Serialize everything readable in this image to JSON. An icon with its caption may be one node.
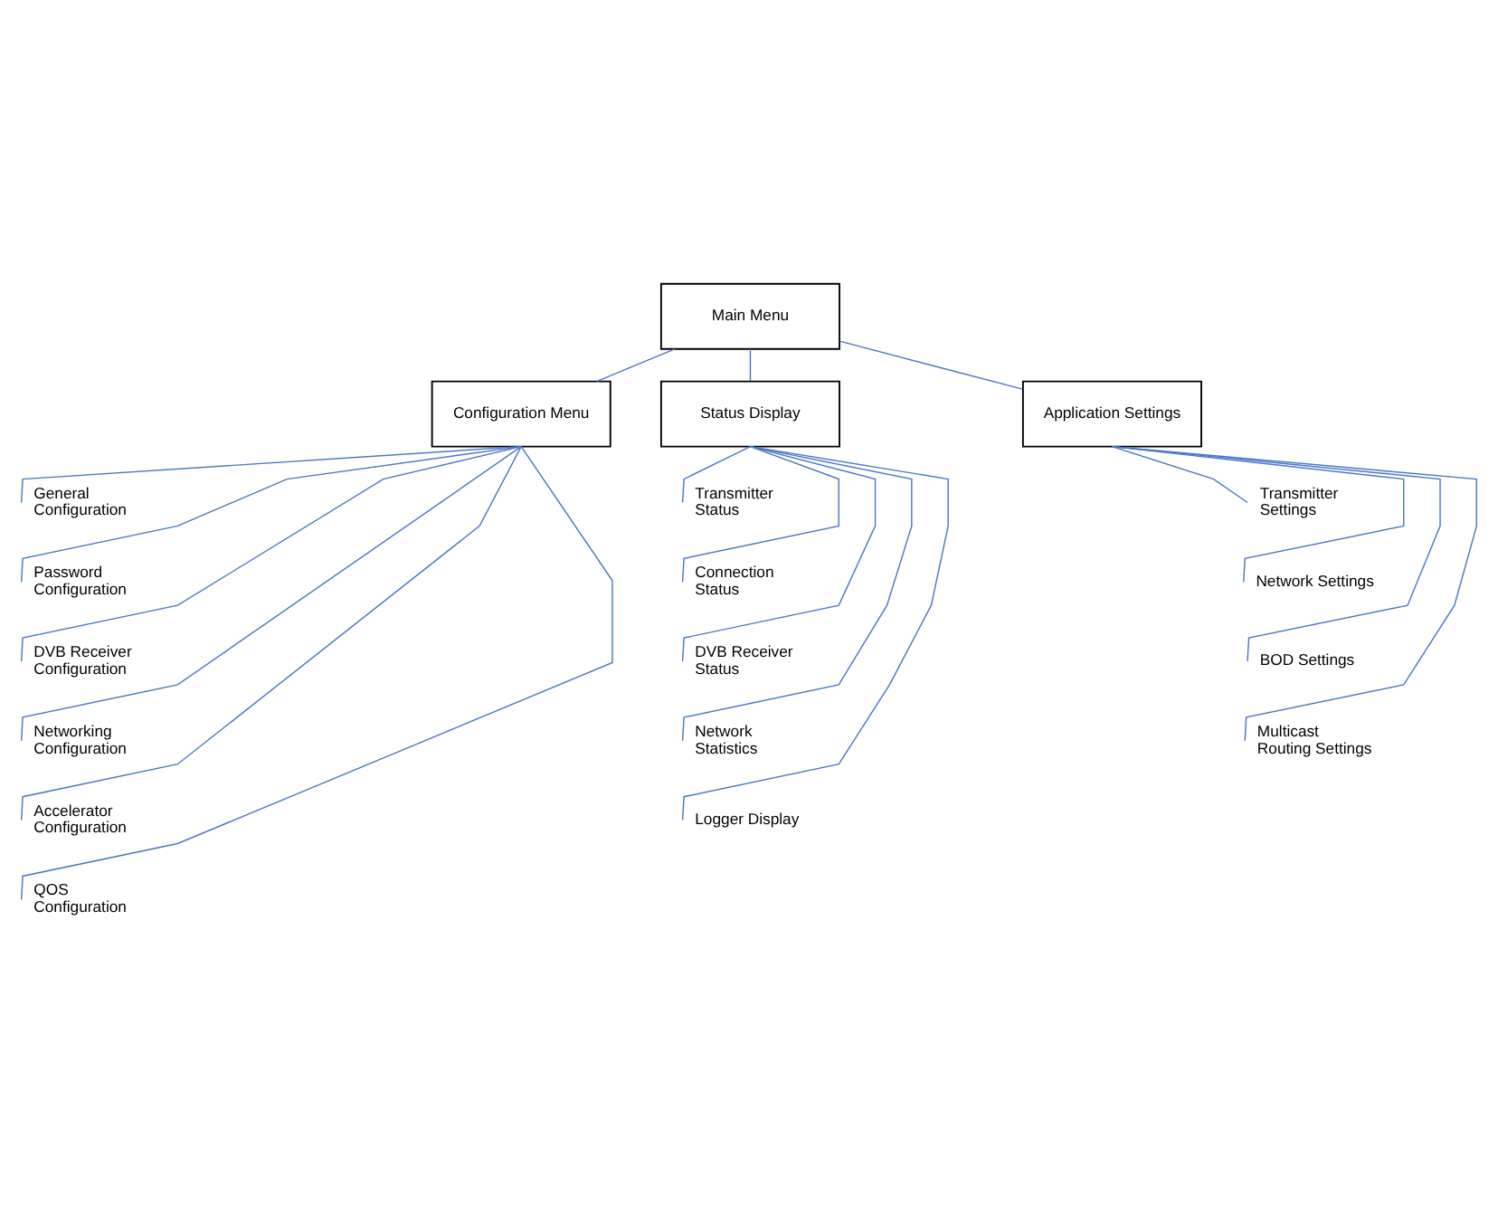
{
  "diagram": {
    "nodes": [
      {
        "text": [
          "Main Menu"
        ]
      },
      {
        "text": [
          "Configuration Menu"
        ]
      },
      {
        "text": [
          "Status Display"
        ]
      },
      {
        "text": [
          "Application Settings"
        ]
      },
      {
        "text": [
          "General Configuration"
        ]
      },
      {
        "text": [
          "Password Configuration"
        ]
      },
      {
        "text": [
          "DVB Receiver Configuration"
        ]
      },
      {
        "text": [
          "Networking Configuration"
        ]
      },
      {
        "text": [
          "Accelerator Configuration"
        ]
      },
      {
        "text": [
          "QOS Configuration"
        ]
      },
      {
        "text": [
          "Transmitter Status"
        ]
      },
      {
        "text": [
          "Connection Status"
        ]
      },
      {
        "text": [
          "DVB Receiver Status"
        ]
      },
      {
        "text": [
          "Network Statistics"
        ]
      },
      {
        "text": [
          "Logger Display"
        ]
      },
      {
        "text": [
          "Transmitter Settings"
        ]
      },
      {
        "text": [
          "Network Settings"
        ]
      },
      {
        "text": [
          "BOD Settings"
        ]
      },
      {
        "text": [
          "Multicast Routing Settings"
        ]
      }
    ],
    "edges": [
      {
        "from": 0,
        "to": 1,
        "arrow": "none"
      },
      {
        "from": 0,
        "to": 2,
        "arrow": "none"
      },
      {
        "from": 0,
        "to": 3,
        "arrow": "none"
      },
      {
        "from": 1,
        "to": 4,
        "arrow": "none"
      },
      {
        "from": 1,
        "to": 5,
        "arrow": "none"
      },
      {
        "from": 1,
        "to": 6,
        "arrow": "none"
      },
      {
        "from": 1,
        "to": 7,
        "arrow": "none"
      },
      {
        "from": 1,
        "to": 8,
        "arrow": "none"
      },
      {
        "from": 1,
        "to": 9,
        "arrow": "none"
      },
      {
        "from": 2,
        "to": 10,
        "arrow": "none"
      },
      {
        "from": 2,
        "to": 11,
        "arrow": "none"
      },
      {
        "from": 2,
        "to": 12,
        "arrow": "none"
      },
      {
        "from": 2,
        "to": 13,
        "arrow": "none"
      },
      {
        "from": 2,
        "to": 14,
        "arrow": "none"
      },
      {
        "from": 3,
        "to": 15,
        "arrow": "none"
      },
      {
        "from": 3,
        "to": 16,
        "arrow": "none"
      },
      {
        "from": 3,
        "to": 17,
        "arrow": "none"
      },
      {
        "from": 3,
        "to": 18,
        "arrow": "none"
      }
    ]
  }
}
